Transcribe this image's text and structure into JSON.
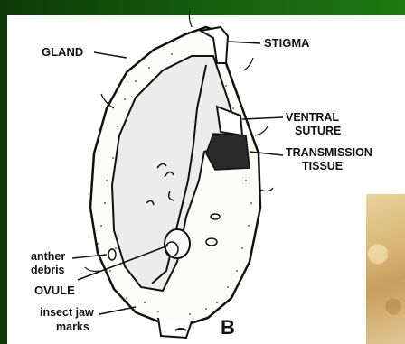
{
  "labels": {
    "gland": "GLAND",
    "stigma": "STIGMA",
    "ventral_1": "VENTRAL",
    "ventral_2": "SUTURE",
    "transmission_1": "TRANSMISSION",
    "transmission_2": "TISSUE",
    "anther_1": "anther",
    "anther_2": "debris",
    "ovule": "OVULE",
    "jaw_1": "insect jaw",
    "jaw_2": "marks",
    "panel_letter": "B"
  }
}
